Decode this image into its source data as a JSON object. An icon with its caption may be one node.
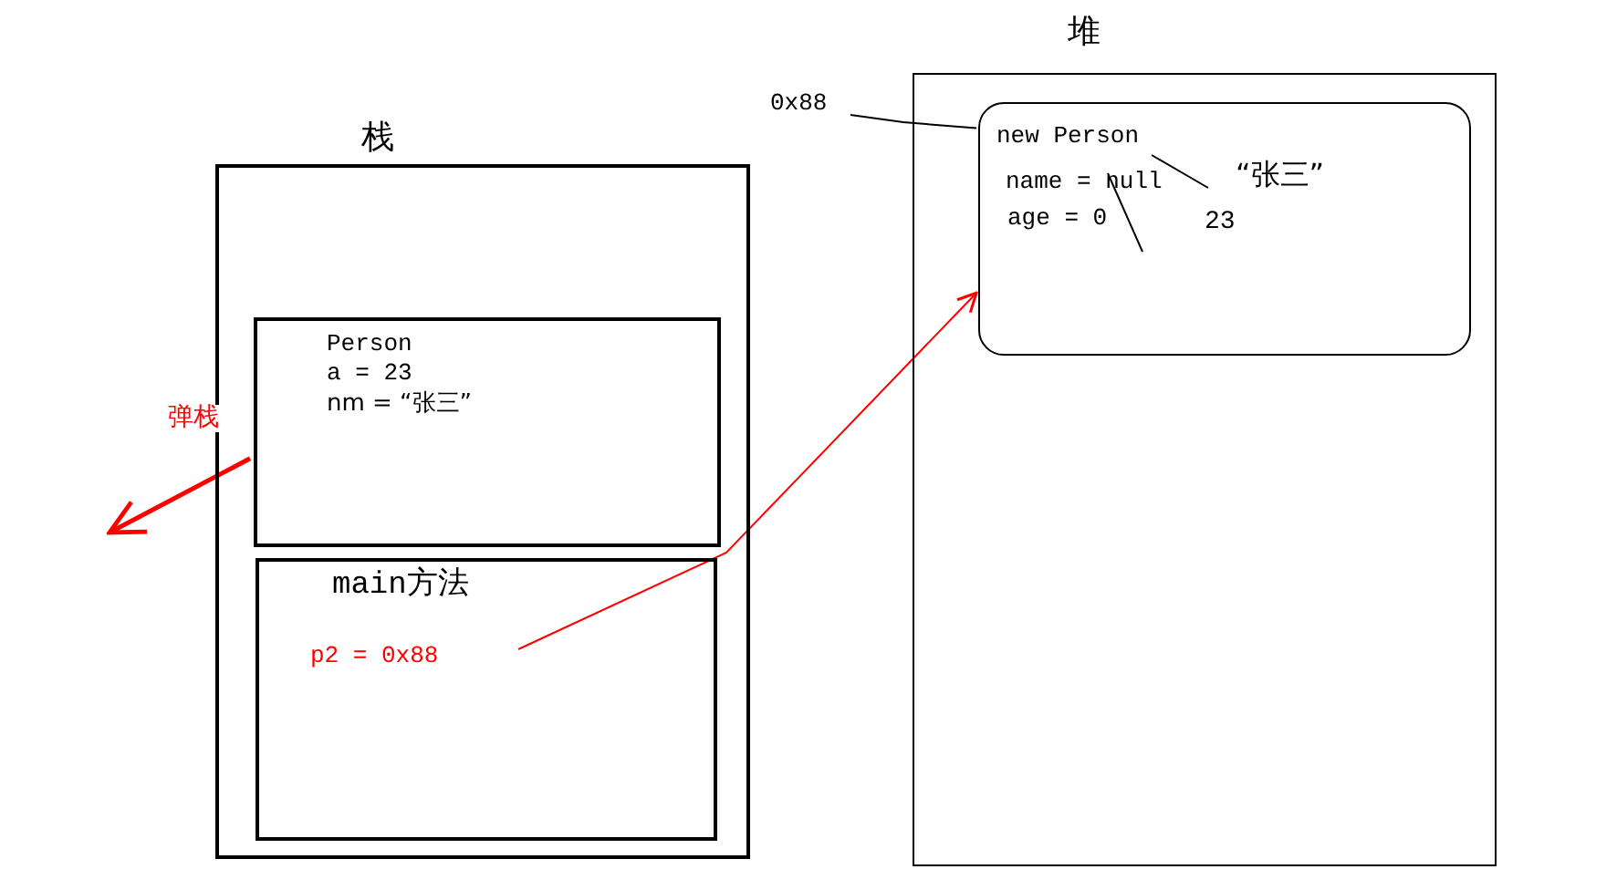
{
  "diagram": {
    "nodes": [
      {
        "text": [
          "栈"
        ]
      },
      {
        "text": [
          "Person",
          "a = 23",
          "nm = “张三”"
        ],
        "in": 0
      },
      {
        "text": [
          "main方法"
        ],
        "in": 0
      },
      {
        "text": [
          "p2 = 0x88"
        ],
        "in": 2
      },
      {
        "text": [
          "堆"
        ]
      },
      {
        "text": [
          "new Person",
          "name = null",
          "“张三”",
          "age = 0",
          "23"
        ],
        "in": 4
      },
      {
        "text": [
          "0x88"
        ]
      }
    ],
    "edges": [
      {
        "from": 1,
        "to": null,
        "arrow": "to",
        "label": "弹栈",
        "style": "thick",
        "color": "#ff0000"
      },
      {
        "from": 3,
        "to": 5,
        "arrow": "to",
        "color": "#ff0000"
      },
      {
        "from": 6,
        "to": 5,
        "arrow": "none",
        "color": "#000000"
      }
    ]
  }
}
